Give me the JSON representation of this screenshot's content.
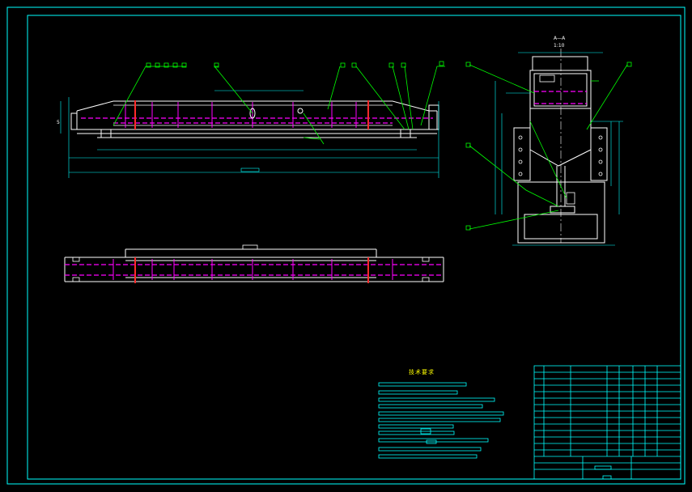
{
  "drawing": {
    "tech_requirements_title": "技术要求",
    "section_label": "A—A",
    "section_scale": "1:10"
  },
  "colors": {
    "background": "#000000",
    "frame": "#00ffff",
    "outline": "#ffffff",
    "centerline": "#ff00ff",
    "stiffener": "#ff2a2a",
    "leader": "#00ff00",
    "dimension": "#00ffff",
    "text": "#ffff00"
  }
}
